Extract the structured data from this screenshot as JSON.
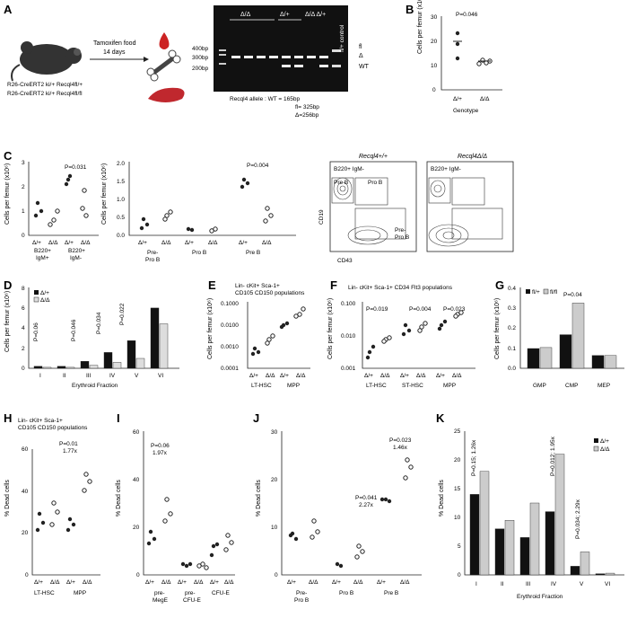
{
  "panels": {
    "A": "A",
    "B": "B",
    "C": "C",
    "D": "D",
    "E": "E",
    "F": "F",
    "G": "G",
    "H": "H",
    "I": "I",
    "J": "J",
    "K": "K"
  },
  "geno": {
    "dd": "Δ/Δ",
    "dp": "Δ/+",
    "ddp": "Δ/Δ Δ/+",
    "flc": "fl/+ control",
    "fp": "fl/+",
    "ff": "fl/fl",
    "pp": "+/+"
  },
  "A": {
    "tamoxifen": "Tamoxifen food",
    "days": "14 days",
    "strain1": "R26-CreERT2 ki/+ Recql4fl/+",
    "strain2": "R26-CreERT2 ki/+ Recql4fl/fl",
    "ladder": [
      "400bp",
      "300bp",
      "200bp"
    ],
    "bands": [
      "fl",
      "Δ",
      "WT"
    ],
    "allele_line1": "Recql4 allele : WT = 165bp",
    "allele_line2": "fl= 325bp",
    "allele_line3": "Δ=256bp"
  },
  "common": {
    "ylabel_femur": "Cells per femur (x10⁶)",
    "ylabel_dead": "% Dead cells",
    "genotype": "Genotype",
    "ery_frac": "Erythroid Fraction"
  },
  "B": {
    "pval": "P=0.046",
    "yticks": [
      "0",
      "10",
      "20",
      "30"
    ]
  },
  "C": {
    "pval1": "P=0.031",
    "pval2": "P=0.004",
    "cats1": [
      "B220+",
      "IgM+",
      "B220+",
      "IgM-"
    ],
    "cats2": [
      "Pre-",
      "Pro B",
      "Pro B",
      "Pre B"
    ],
    "yticks1": [
      "0",
      "1",
      "2",
      "3"
    ],
    "yticks2": [
      "0.0",
      "0.5",
      "1.0",
      "1.5",
      "2.0"
    ],
    "flow_title1": "Recql4+/+",
    "flow_title2": "Recql4Δ/Δ",
    "gate": "B220+ IgM-",
    "preb": "Pre B",
    "prob": "Pro B",
    "prepro": "Pre-",
    "prepro2": "Pro B",
    "cd19": "CD19",
    "cd43": "CD43"
  },
  "D": {
    "pvals": [
      "P=0.06",
      "P=0.046",
      "P=0.034",
      "P=0.022"
    ],
    "cats": [
      "I",
      "II",
      "III",
      "IV",
      "V",
      "VI"
    ],
    "yticks": [
      "0",
      "2",
      "4",
      "6",
      "8"
    ],
    "legend": [
      "Δ/+",
      "Δ/Δ"
    ]
  },
  "E": {
    "title1": "Lin- cKit+ Sca-1+",
    "title2": "CD105 CD150 populations",
    "yticks": [
      "0.0001",
      "0.0010",
      "0.0100",
      "0.1000"
    ],
    "cats": [
      "LT-HSC",
      "MPP"
    ]
  },
  "F": {
    "title": "Lin- cKit+ Sca-1+ CD34 Flt3 populations",
    "pvals": [
      "P=0.019",
      "P=0.004",
      "P=0.023"
    ],
    "yticks": [
      "0.001",
      "0.010",
      "0.100"
    ],
    "cats": [
      "LT-HSC",
      "ST-HSC",
      "MPP"
    ]
  },
  "G": {
    "pval": "P=0.04",
    "yticks": [
      "0.0",
      "0.1",
      "0.2",
      "0.3",
      "0.4"
    ],
    "cats": [
      "GMP",
      "CMP",
      "MEP"
    ],
    "legend": [
      "fl/+",
      "fl/fl"
    ]
  },
  "H": {
    "title1": "Lin- cKit+ Sca-1+",
    "title2": "CD105 CD150 populations",
    "pval": "P=0.01",
    "fold": "1.77x",
    "yticks": [
      "0",
      "20",
      "40",
      "60"
    ],
    "cats": [
      "LT-HSC",
      "MPP"
    ]
  },
  "I": {
    "pval": "P=0.06",
    "fold": "1.97x",
    "yticks": [
      "0",
      "20",
      "40",
      "60"
    ],
    "cats": [
      "pre-",
      "MegE",
      "pre-",
      "CFU-E",
      "CFU-E"
    ]
  },
  "J": {
    "pval1": "P=0.041",
    "fold1": "2.27x",
    "pval2": "P=0.023",
    "fold2": "1.46x",
    "yticks": [
      "0",
      "10",
      "20",
      "30"
    ],
    "cats": [
      "Pre-",
      "Pro B",
      "Pro B",
      "Pre B"
    ]
  },
  "K": {
    "pvals": [
      "P=0.15; 1.26x",
      "P=0.012; 1.95x",
      "P=0.034; 2.29x"
    ],
    "yticks": [
      "0",
      "5",
      "10",
      "15",
      "20",
      "25"
    ],
    "cats": [
      "I",
      "II",
      "III",
      "IV",
      "V",
      "VI"
    ],
    "legend": [
      "Δ/+",
      "Δ/Δ"
    ]
  },
  "chart_data": [
    {
      "panel": "B",
      "type": "scatter",
      "categories": [
        "Δ/+",
        "Δ/Δ"
      ],
      "series": [
        {
          "values": [
            [
              20,
              23,
              13
            ],
            [
              12,
              11,
              13,
              12
            ]
          ]
        }
      ],
      "ylim": [
        0,
        30
      ]
    },
    {
      "panel": "C",
      "type": "scatter",
      "categories": [
        "Δ/+ B220+IgM+",
        "Δ/Δ B220+IgM+",
        "Δ/+ B220+IgM-",
        "Δ/Δ B220+IgM-"
      ],
      "means": [
        1.2,
        0.75,
        2.1,
        1.35
      ],
      "ylim": [
        0,
        3
      ]
    },
    {
      "panel": "C2",
      "type": "scatter",
      "categories": [
        "Δ/+ Pre-Pro B",
        "Δ/Δ Pre-Pro B",
        "Δ/+ Pro B",
        "Δ/Δ Pro B",
        "Δ/+ Pre B",
        "Δ/Δ Pre B"
      ],
      "means": [
        0.45,
        0.55,
        0.15,
        0.1,
        1.5,
        0.65
      ],
      "ylim": [
        0,
        2
      ]
    },
    {
      "panel": "D",
      "type": "bar",
      "categories": [
        "I",
        "II",
        "III",
        "IV",
        "V",
        "VI"
      ],
      "series": [
        {
          "name": "Δ/+",
          "values": [
            0.2,
            0.2,
            0.7,
            1.6,
            2.8,
            6.1
          ]
        },
        {
          "name": "Δ/Δ",
          "values": [
            0.1,
            0.1,
            0.3,
            0.6,
            1.0,
            4.5
          ]
        }
      ],
      "ylim": [
        0,
        8
      ]
    },
    {
      "panel": "G",
      "type": "bar",
      "categories": [
        "GMP",
        "CMP",
        "MEP"
      ],
      "series": [
        {
          "name": "fl/+",
          "values": [
            0.1,
            0.17,
            0.065
          ]
        },
        {
          "name": "fl/fl",
          "values": [
            0.105,
            0.33,
            0.065
          ]
        }
      ],
      "ylim": [
        0,
        0.4
      ]
    },
    {
      "panel": "H",
      "type": "scatter",
      "categories": [
        "Δ/+ LT-HSC",
        "Δ/Δ LT-HSC",
        "Δ/+ MPP",
        "Δ/Δ MPP"
      ],
      "means": [
        32,
        40,
        27,
        47
      ],
      "ylim": [
        0,
        60
      ]
    },
    {
      "panel": "I",
      "type": "scatter",
      "categories": [
        "Δ/+ preMegE",
        "Δ/Δ preMegE",
        "Δ/+ preCFU-E",
        "Δ/Δ preCFU-E",
        "Δ/+ CFU-E",
        "Δ/Δ CFU-E"
      ],
      "means": [
        18,
        34,
        4,
        3.5,
        12,
        14
      ],
      "ylim": [
        0,
        60
      ]
    },
    {
      "panel": "J",
      "type": "scatter",
      "categories": [
        "Δ/+ Pre-Pro B",
        "Δ/Δ Pre-Pro B",
        "Δ/+ Pro B",
        "Δ/Δ Pro B",
        "Δ/+ Pre B",
        "Δ/Δ Pre B"
      ],
      "means": [
        8,
        10,
        2,
        5,
        16,
        23
      ],
      "ylim": [
        0,
        30
      ]
    },
    {
      "panel": "K",
      "type": "bar",
      "categories": [
        "I",
        "II",
        "III",
        "IV",
        "V",
        "VI"
      ],
      "series": [
        {
          "name": "Δ/+",
          "values": [
            14,
            8,
            6.5,
            11,
            1.5,
            0.2
          ]
        },
        {
          "name": "Δ/Δ",
          "values": [
            18,
            9.5,
            12.5,
            21,
            4,
            0.3
          ]
        }
      ],
      "ylim": [
        0,
        25
      ]
    }
  ]
}
